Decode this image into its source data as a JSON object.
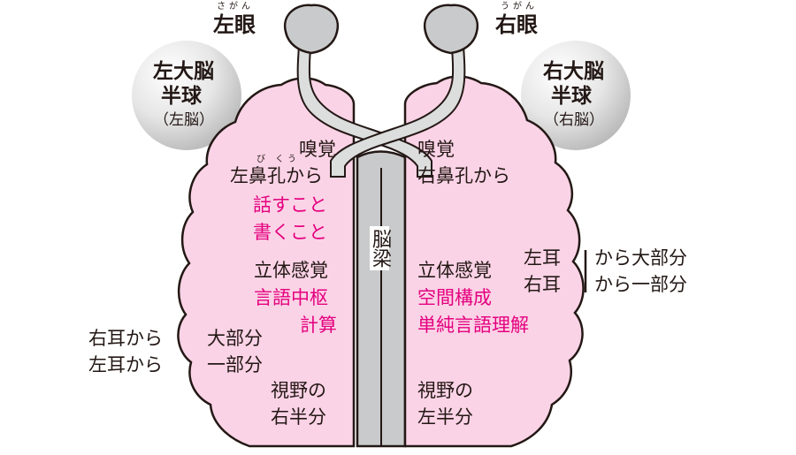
{
  "eyes": {
    "left": {
      "label": "左眼",
      "ruby": "さがん"
    },
    "right": {
      "label": "右眼",
      "ruby": "うがん"
    }
  },
  "hemispheres": {
    "left": {
      "line1": "左大脳",
      "line2": "半球",
      "line3": "（左脳）"
    },
    "right": {
      "line1": "右大脳",
      "line2": "半球",
      "line3": "（右脳）"
    }
  },
  "corpus_callosum": "脳梁",
  "left_brain": {
    "smell_title": "嗅覚",
    "smell_ruby": "び くう",
    "smell_source": "左鼻孔から",
    "functions": [
      "話すこと",
      "書くこと"
    ],
    "stereo_title": "立体感覚",
    "stereo_functions": [
      "言語中枢",
      "計算"
    ],
    "hearing_major": "大部分",
    "hearing_minor": "一部分",
    "vision_line1": "視野の",
    "vision_line2": "右半分"
  },
  "left_outside": {
    "ear1": "右耳から",
    "ear2": "左耳から"
  },
  "right_brain": {
    "smell_title": "嗅覚",
    "smell_source": "右鼻孔から",
    "stereo_title": "立体感覚",
    "stereo_functions": [
      "空間構成",
      "単純言語理解"
    ],
    "ear1": "左耳",
    "ear2": "右耳",
    "vision_line1": "視野の",
    "vision_line2": "左半分"
  },
  "right_outside": {
    "hearing_major": "から大部分",
    "hearing_minor": "から一部分"
  },
  "colors": {
    "brain_fill": "#fbd3e6",
    "outline": "#231815",
    "highlight": "#e4007f",
    "nerve": "#c9cacb",
    "sphere": "#d9d9d9"
  }
}
